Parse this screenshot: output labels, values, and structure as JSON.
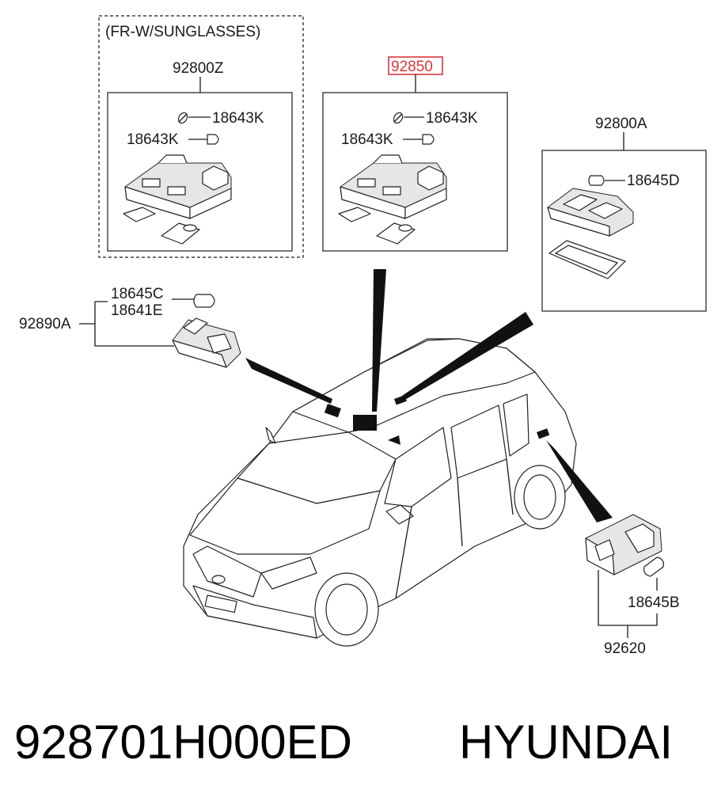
{
  "diagram": {
    "option_note": "(FR-W/SUNGLASSES)",
    "labels": {
      "group_sunglasses": "92800Z",
      "group_center": "92850",
      "group_rear": "92800A",
      "bulb_a_1": "18643K",
      "bulb_a_2": "18643K",
      "bulb_b_1": "18643K",
      "bulb_b_2": "18643K",
      "bulb_rear": "18645D",
      "vanity_bulb": "18645C",
      "vanity_socket": "18641E",
      "vanity_lamp": "92890A",
      "trunk_bulb": "18645B",
      "trunk_lamp": "92620"
    },
    "highlighted_label": "group_center",
    "highlight_color": "#d9363e"
  },
  "footer": {
    "part_number": "928701H000ED",
    "brand": "HYUNDAI"
  }
}
